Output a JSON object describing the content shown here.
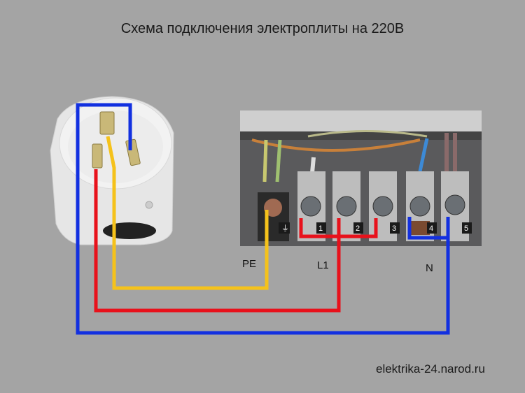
{
  "title": "Схема подключения электроплиты на 220В",
  "labels": {
    "pe": "PE",
    "l1": "L1",
    "n": "N"
  },
  "terminal_block": {
    "terminals": [
      {
        "id": "ground",
        "label": "⏚"
      },
      {
        "id": "1",
        "label": "1"
      },
      {
        "id": "2",
        "label": "2"
      },
      {
        "id": "3",
        "label": "3"
      },
      {
        "id": "4",
        "label": "4"
      },
      {
        "id": "5",
        "label": "5"
      }
    ]
  },
  "wires": [
    {
      "name": "PE",
      "color": "#f5c21b"
    },
    {
      "name": "L1",
      "color": "#e8111b"
    },
    {
      "name": "N",
      "color": "#1230e0"
    }
  ],
  "footer": "elektrika-24.narod.ru"
}
